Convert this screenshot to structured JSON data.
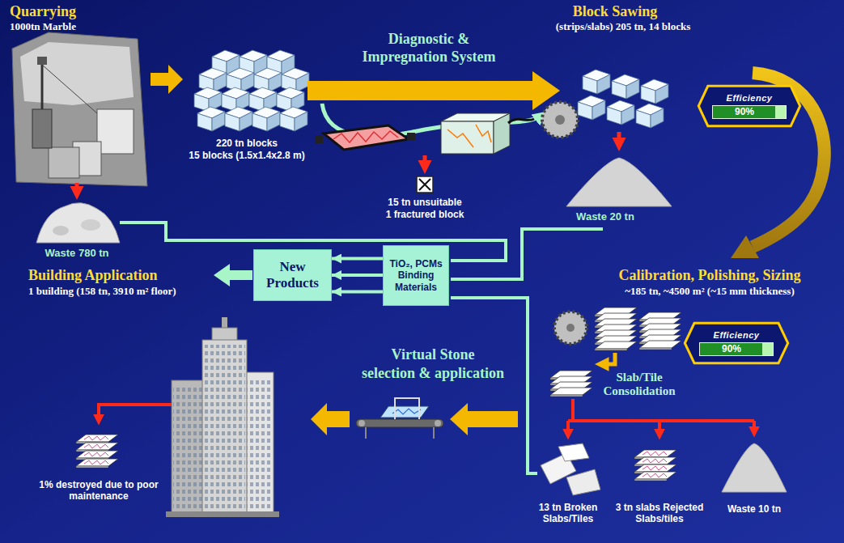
{
  "diagram": {
    "nodes": [
      {
        "text": [
          "Efficiency",
          "90%"
        ]
      },
      {
        "text": [
          "New Products"
        ]
      },
      {
        "text": [
          "TiO₂, PCMs Binding Materials"
        ]
      },
      {
        "text": [
          "Efficiency",
          "90%"
        ]
      }
    ],
    "edges": [
      {
        "from": 2,
        "to": 1,
        "arrow": "to"
      },
      {
        "from": 2,
        "to": 1,
        "arrow": "to"
      },
      {
        "from": 2,
        "to": 1,
        "arrow": "to"
      }
    ],
    "labels": [
      "Quarrying",
      "1000tn Marble",
      "Block Sawing",
      "(strips/slabs) 205 tn, 14 blocks",
      "Diagnostic & Impregnation System",
      "220 tn blocks",
      "15 blocks (1.5x1.4x2.8 m)",
      "Waste 780 tn",
      "15 tn unsuitable",
      "1 fractured block",
      "Waste 20 tn",
      "Building Application",
      "1 building (158 tn, 3910 m² floor)",
      "Calibration, Polishing, Sizing",
      "~185 tn, ~4500 m² (~15 mm thickness)",
      "Virtual Stone",
      "selection & application",
      "Slab/Tile Consolidation",
      "13 tn Broken Slabs/Tiles",
      "3 tn slabs Rejected Slabs/tiles",
      "Waste 10 tn",
      "1% destroyed due to poor maintenance"
    ]
  }
}
